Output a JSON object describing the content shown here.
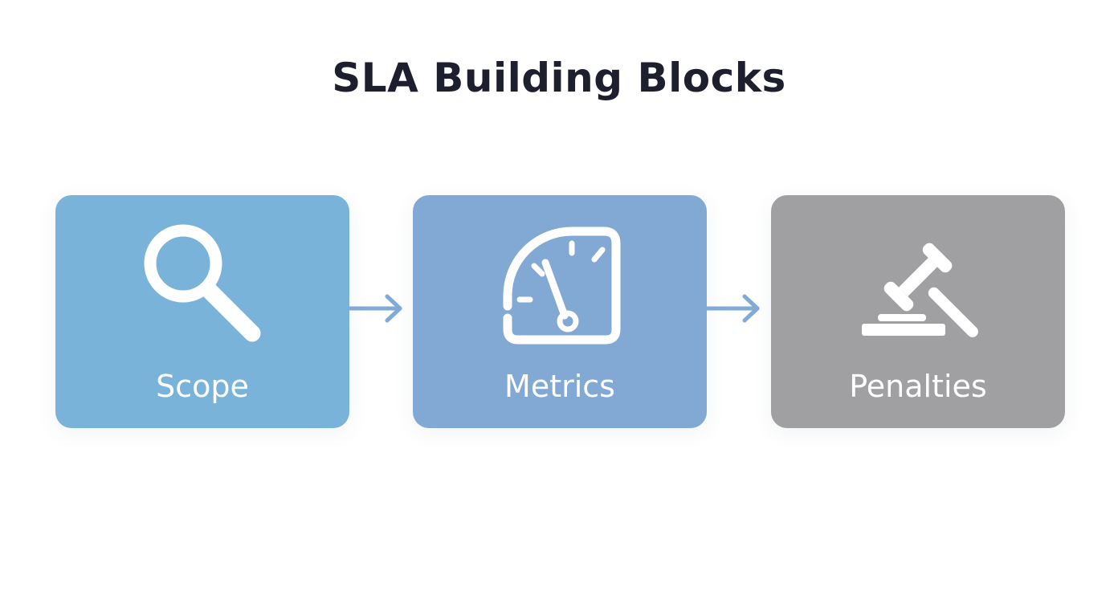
{
  "title": "SLA Building Blocks",
  "blocks": [
    {
      "label": "Scope",
      "icon": "magnifying-glass-icon",
      "color": "#7ab3d9"
    },
    {
      "label": "Metrics",
      "icon": "gauge-icon",
      "color": "#82a8d4"
    },
    {
      "label": "Penalties",
      "icon": "gavel-icon",
      "color": "#a0a0a2"
    }
  ],
  "arrow_color": "#82aad6"
}
